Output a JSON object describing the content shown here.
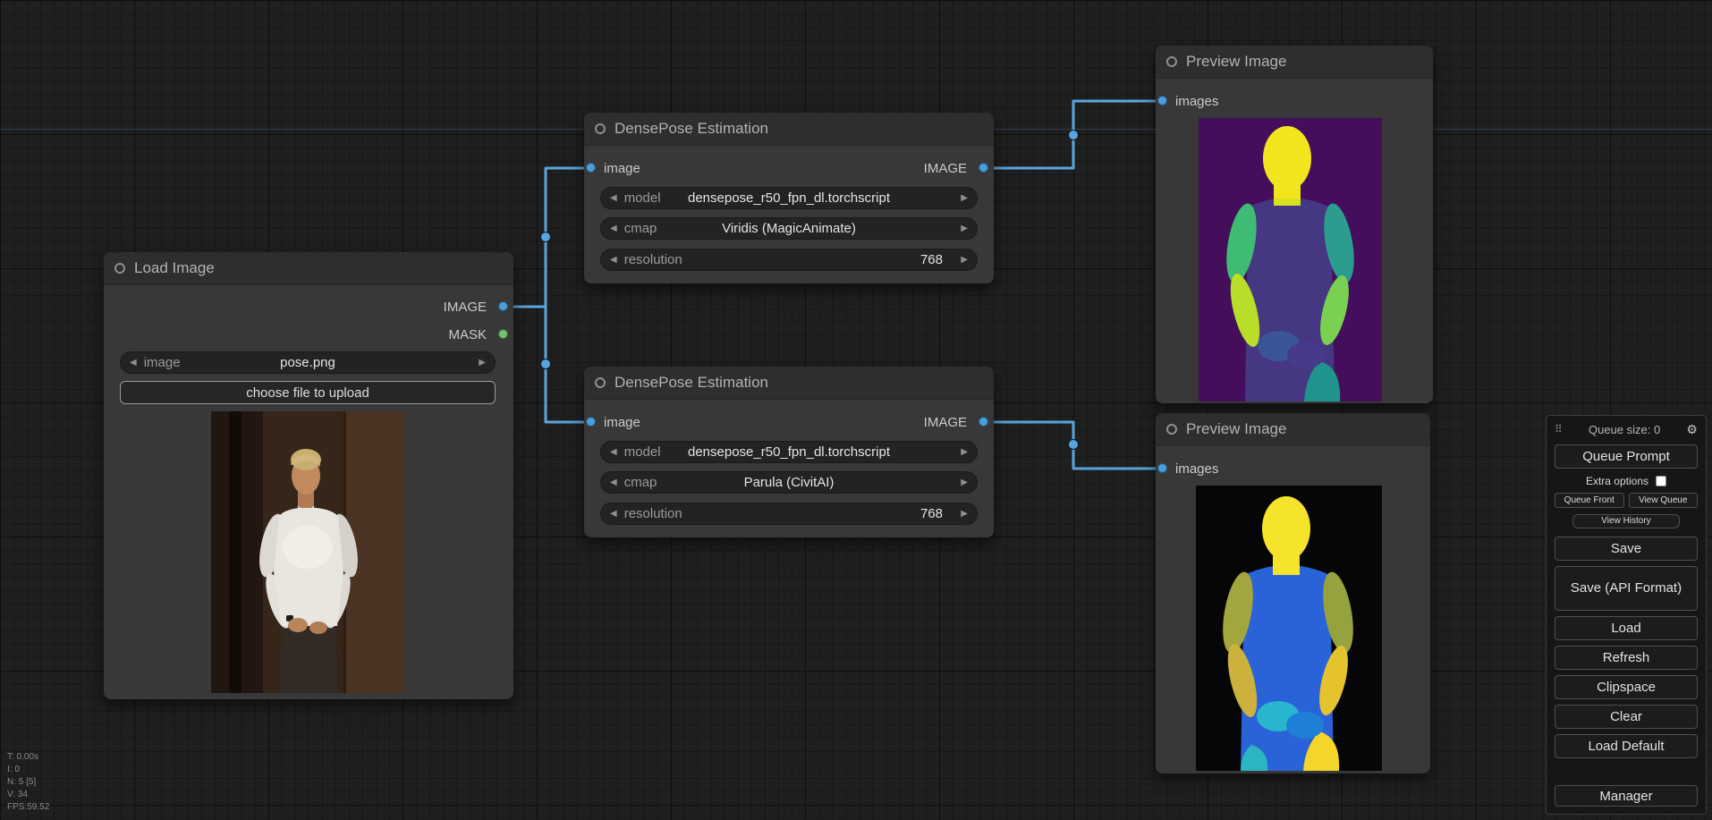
{
  "colors": {
    "link": "#58a5dd",
    "slot_image": "#4a9edb",
    "slot_mask": "#6fc46f"
  },
  "icons": {
    "gear": "⚙",
    "drag_handle": "⠿",
    "arrow_left": "◀",
    "arrow_right": "▶"
  },
  "canvas": {
    "stats": [
      "T: 0.00s",
      "I: 0",
      "N: 5 [5]",
      "V: 34",
      "FPS:59.52"
    ]
  },
  "nodes": {
    "load_image": {
      "title": "Load Image",
      "outputs": [
        {
          "name": "IMAGE"
        },
        {
          "name": "MASK"
        }
      ],
      "widgets": {
        "image": {
          "label": "image",
          "value": "pose.png"
        },
        "upload": "choose file to upload"
      }
    },
    "densepose_1": {
      "title": "DensePose Estimation",
      "inputs": [
        {
          "name": "image"
        }
      ],
      "outputs": [
        {
          "name": "IMAGE"
        }
      ],
      "widgets": [
        {
          "label": "model",
          "value": "densepose_r50_fpn_dl.torchscript"
        },
        {
          "label": "cmap",
          "value": "Viridis (MagicAnimate)"
        },
        {
          "label": "resolution",
          "value": "768"
        }
      ]
    },
    "densepose_2": {
      "title": "DensePose Estimation",
      "inputs": [
        {
          "name": "image"
        }
      ],
      "outputs": [
        {
          "name": "IMAGE"
        }
      ],
      "widgets": [
        {
          "label": "model",
          "value": "densepose_r50_fpn_dl.torchscript"
        },
        {
          "label": "cmap",
          "value": "Parula (CivitAI)"
        },
        {
          "label": "resolution",
          "value": "768"
        }
      ]
    },
    "preview_1": {
      "title": "Preview Image",
      "inputs": [
        {
          "name": "images"
        }
      ]
    },
    "preview_2": {
      "title": "Preview Image",
      "inputs": [
        {
          "name": "images"
        }
      ]
    }
  },
  "menu": {
    "queue_size": "Queue size: 0",
    "queue_prompt": "Queue Prompt",
    "extra_options": "Extra options",
    "queue_front": "Queue Front",
    "view_queue": "View Queue",
    "view_history": "View History",
    "save": "Save",
    "save_api": "Save (API Format)",
    "load": "Load",
    "refresh": "Refresh",
    "clipspace": "Clipspace",
    "clear": "Clear",
    "load_default": "Load Default",
    "manager": "Manager"
  }
}
